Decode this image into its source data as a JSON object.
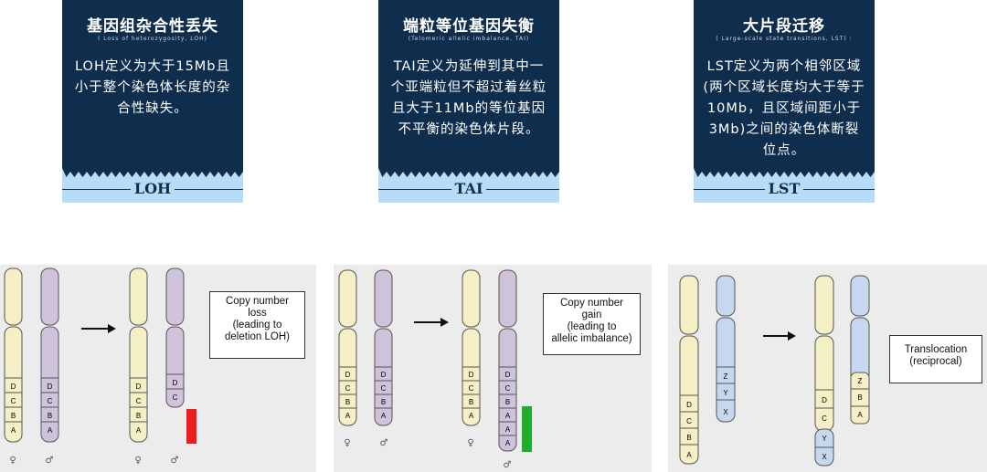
{
  "cards": [
    {
      "title": "基因组杂合性丢失",
      "subtitle": "( Loss of heterozygosity, LOH)",
      "desc": "LOH定义为大于15Mb且小于整个染色体长度的杂合性缺失。",
      "label": "LOH"
    },
    {
      "title": "端粒等位基因失衡",
      "subtitle": "(Telomeric allelic imbalance, TAI)",
      "desc": "TAI定义为延伸到其中一个亚端粒但不超过着丝粒且大于11Mb的等位基因不平衡的染色体片段。",
      "label": "TAI"
    },
    {
      "title": "大片段迁移",
      "subtitle": "( Large-scale state transitions, LST) :",
      "desc": "LST定义为两个相邻区域(两个区域长度均大于等于10Mb，且区域间距小于3Mb)之间的染色体断裂位点。",
      "label": "LST"
    }
  ],
  "panels": [
    {
      "box": "Copy number\nloss\n(leading to\ndeletion LOH)"
    },
    {
      "box": "Copy number\ngain\n(leading to\nallelic imbalance)"
    },
    {
      "box": "Translocation\n(reciprocal)"
    }
  ],
  "symbols": {
    "female": "♀",
    "male": "♂"
  },
  "colors": {
    "navy": "#0f2d4c",
    "light_blue": "#b7dcf8",
    "chrom_yellow": "#f4efc4",
    "chrom_purple": "#cfc3dc",
    "chrom_blue": "#c5d8ef",
    "loss_red": "#ee1c1c",
    "gain_green": "#1fae2a"
  }
}
